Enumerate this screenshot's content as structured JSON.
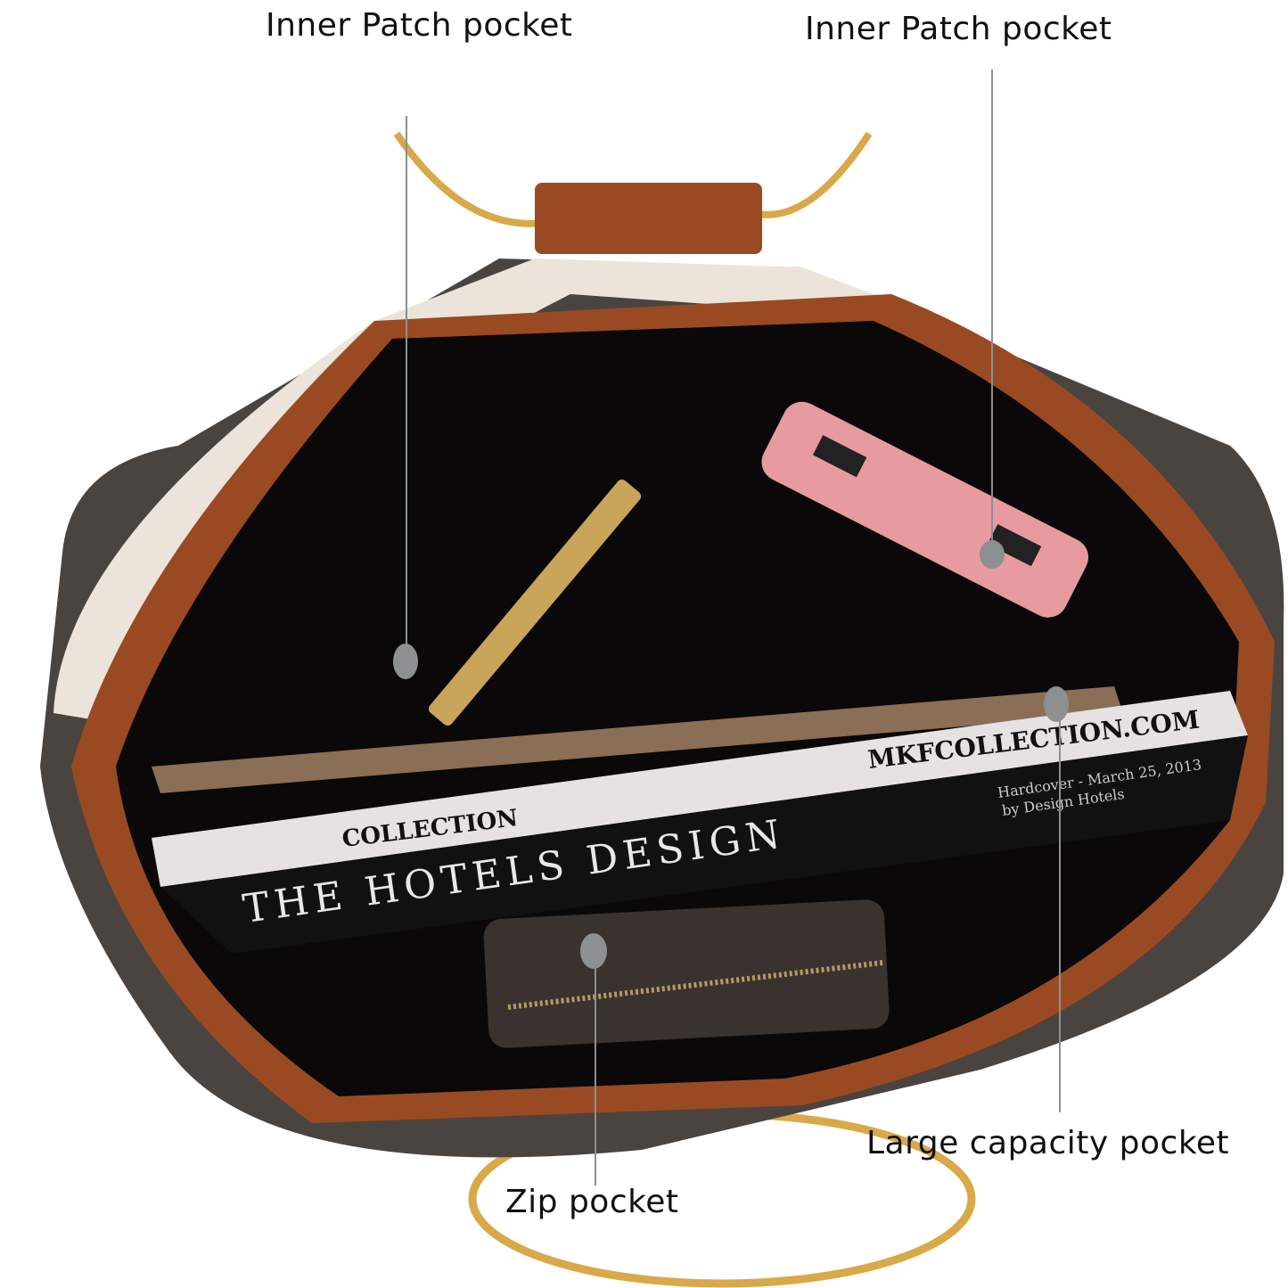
{
  "callouts": {
    "inner_patch_left": "Inner Patch pocket",
    "inner_patch_right": "Inner Patch pocket",
    "large_capacity": "Large capacity pocket",
    "zip_pocket": "Zip pocket"
  },
  "book": {
    "spine_brand": "MKFCOLLECTION.COM",
    "spine_left": "COLLECTION",
    "title": "THE HOTELS DESIGN",
    "edition_line1": "Hardcover - March 25, 2013",
    "edition_line2": "by Design Hotels"
  },
  "colors": {
    "bag_body": "#4a4441",
    "bag_cream": "#ece4da",
    "bag_tan": "#9a4a22",
    "lining": "#0a0808",
    "gold": "#d9a849",
    "power_bank": "#e79aa0",
    "callout_dot": "#8d8f91"
  }
}
